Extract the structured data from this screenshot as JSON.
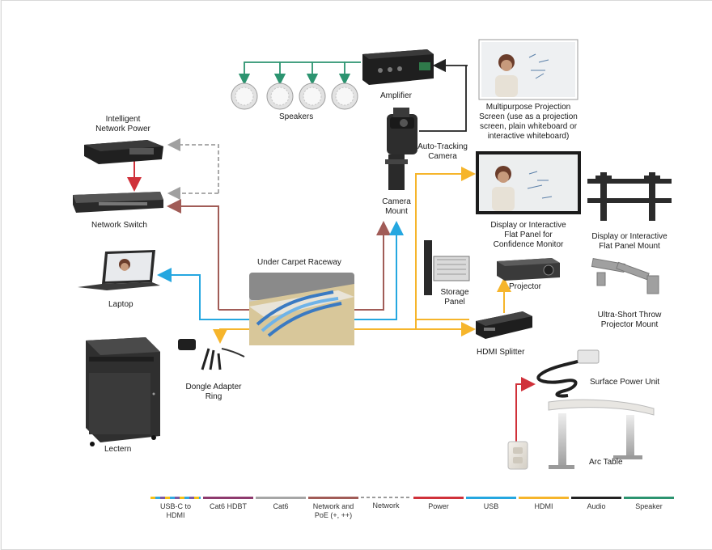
{
  "colors": {
    "usbc_hdmi": [
      "#f6c018",
      "#33a9e0",
      "#7c5aa5"
    ],
    "cat6_hdbt": "#8e3b6e",
    "cat6": "#a6a6a6",
    "network_poe": "#a15c57",
    "network": "#a0a0a0",
    "power": "#d0313a",
    "usb": "#25a7e0",
    "hdmi": "#f6b52b",
    "audio": "#222222",
    "speaker": "#2c9470"
  },
  "labels": {
    "speakers": "Speakers",
    "amplifier": "Amplifier",
    "intelligent_network_power": [
      "Intelligent",
      "Network Power"
    ],
    "network_switch": "Network Switch",
    "auto_tracking_camera": [
      "Auto-Tracking",
      "Camera"
    ],
    "camera_mount": [
      "Camera",
      "Mount"
    ],
    "projection_screen": [
      "Multipurpose Projection",
      "Screen (use as a projection",
      "screen, plain whiteboard or",
      "interactive whiteboard)"
    ],
    "display_flat_panel": [
      "Display or Interactive",
      "Flat Panel for",
      "Confidence Monitor"
    ],
    "flat_panel_mount": [
      "Display or Interactive",
      "Flat Panel Mount"
    ],
    "laptop": "Laptop",
    "under_carpet_raceway": "Under Carpet Raceway",
    "storage_panel": [
      "Storage",
      "Panel"
    ],
    "projector": "Projector",
    "ust_projector_mount": [
      "Ultra-Short Throw",
      "Projector Mount"
    ],
    "hdmi_splitter": "HDMI Splitter",
    "dongle_adapter_ring": [
      "Dongle Adapter",
      "Ring"
    ],
    "surface_power_unit": "Surface Power Unit",
    "lectern": "Lectern",
    "arc_table": "Arc Table"
  },
  "legend": [
    {
      "key": "usbc_hdmi",
      "label": "USB-C to HDMI"
    },
    {
      "key": "cat6_hdbt",
      "label": "Cat6 HDBT"
    },
    {
      "key": "cat6",
      "label": "Cat6"
    },
    {
      "key": "network_poe",
      "label": "Network and PoE (+, ++)"
    },
    {
      "key": "network",
      "label": "Network"
    },
    {
      "key": "power",
      "label": "Power"
    },
    {
      "key": "usb",
      "label": "USB"
    },
    {
      "key": "hdmi",
      "label": "HDMI"
    },
    {
      "key": "audio",
      "label": "Audio"
    },
    {
      "key": "speaker",
      "label": "Speaker"
    }
  ]
}
